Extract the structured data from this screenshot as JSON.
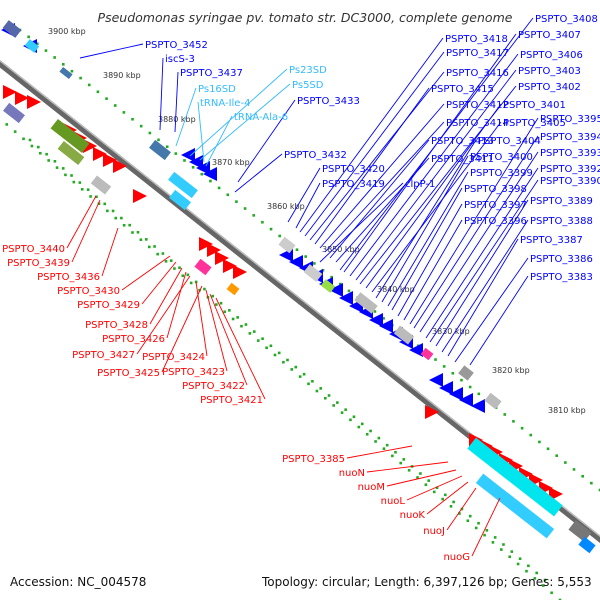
{
  "header": {
    "title": "Pseudomonas syringae pv. tomato str. DC3000, complete genome"
  },
  "footer": {
    "accession": "Accession: NC_004578",
    "summary": "Topology: circular; Length: 6,397,126 bp; Genes: 5,553"
  },
  "colors": {
    "forward_cds": "#ff0000",
    "reverse_cds": "#0000ff",
    "rna": "#33ccff",
    "backbone": "#888888",
    "tick": "#22aa22"
  },
  "scale": {
    "ticks": [
      {
        "label": "3900 kbp",
        "kbp": 3900
      },
      {
        "label": "3890 kbp",
        "kbp": 3890
      },
      {
        "label": "3880 kbp",
        "kbp": 3880
      },
      {
        "label": "3870 kbp",
        "kbp": 3870
      },
      {
        "label": "3860 kbp",
        "kbp": 3860
      },
      {
        "label": "3850 kbp",
        "kbp": 3850
      },
      {
        "label": "3840 kbp",
        "kbp": 3840
      },
      {
        "label": "3830 kbp",
        "kbp": 3830
      },
      {
        "label": "3820 kbp",
        "kbp": 3820
      },
      {
        "label": "3810 kbp",
        "kbp": 3810
      }
    ]
  },
  "labels": {
    "reverse": [
      "PSPTO_3452",
      "iscS-3",
      "PSPTO_3437",
      "PSPTO_3433",
      "PSPTO_3432",
      "PSPTO_3420",
      "PSPTO_3419",
      "clpP-1",
      "PSPTO_3418",
      "PSPTO_3417",
      "PSPTO_3416",
      "PSPTO_3415",
      "PSPTO_3412",
      "PSPTO_3414",
      "PSPTO_3413",
      "PSPTO_3411",
      "PSPTO_3408",
      "PSPTO_3407",
      "PSPTO_3406",
      "PSPTO_3403",
      "PSPTO_3402",
      "PSPTO_3401",
      "PSPTO_3405",
      "PSPTO_3404",
      "PSPTO_3400",
      "PSPTO_3399",
      "PSPTO_3398",
      "PSPTO_3397",
      "PSPTO_3396",
      "PSPTO_3395",
      "PSPTO_3394",
      "PSPTO_3393",
      "PSPTO_3392",
      "PSPTO_3390",
      "PSPTO_3389",
      "PSPTO_3388",
      "PSPTO_3387",
      "PSPTO_3386",
      "PSPTO_3383"
    ],
    "rna": [
      "Ps23SD",
      "Ps5SD",
      "Ps16SD",
      "tRNA-Ile-4",
      "tRNA-Ala-6"
    ],
    "forward": [
      "PSPTO_3440",
      "PSPTO_3439",
      "PSPTO_3436",
      "PSPTO_3430",
      "PSPTO_3429",
      "PSPTO_3428",
      "PSPTO_3426",
      "PSPTO_3427",
      "PSPTO_3424",
      "PSPTO_3425",
      "PSPTO_3423",
      "PSPTO_3422",
      "PSPTO_3421",
      "PSPTO_3385",
      "nuoN",
      "nuoM",
      "nuoL",
      "nuoK",
      "nuoJ",
      "nuoG"
    ]
  }
}
